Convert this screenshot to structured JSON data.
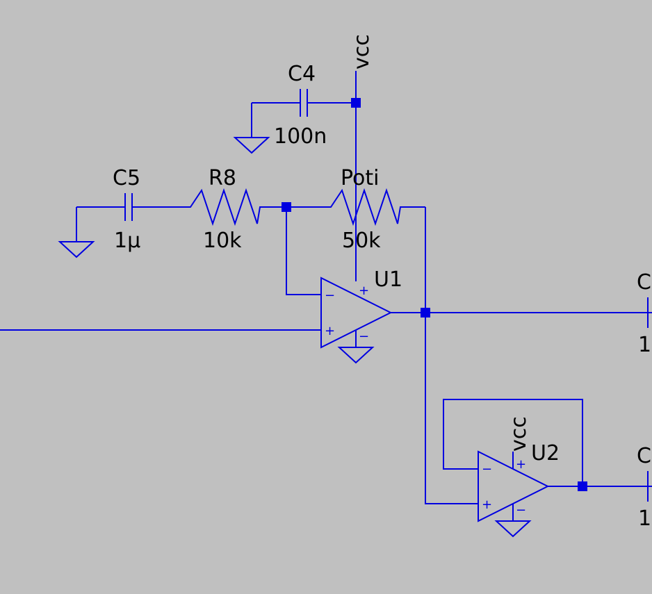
{
  "schematic": {
    "nets": {
      "vcc_top": "vcc",
      "vcc_u2": "vcc"
    },
    "components": {
      "c4": {
        "ref": "C4",
        "value": "100n"
      },
      "c5": {
        "ref": "C5",
        "value": "1μ"
      },
      "r8": {
        "ref": "R8",
        "value": "10k"
      },
      "poti": {
        "ref": "Poti",
        "value": "50k"
      },
      "u1": {
        "ref": "U1"
      },
      "u2": {
        "ref": "U2"
      },
      "c_right_top": {
        "ref": "C",
        "value": "1"
      },
      "c_right_bottom": {
        "ref": "C",
        "value": "1"
      }
    },
    "pins": {
      "minus": "−",
      "plus": "+"
    }
  },
  "colors": {
    "background": "#c0c0c0",
    "wire": "#0000e0",
    "junction": "#0000e0",
    "text": "#000000"
  }
}
